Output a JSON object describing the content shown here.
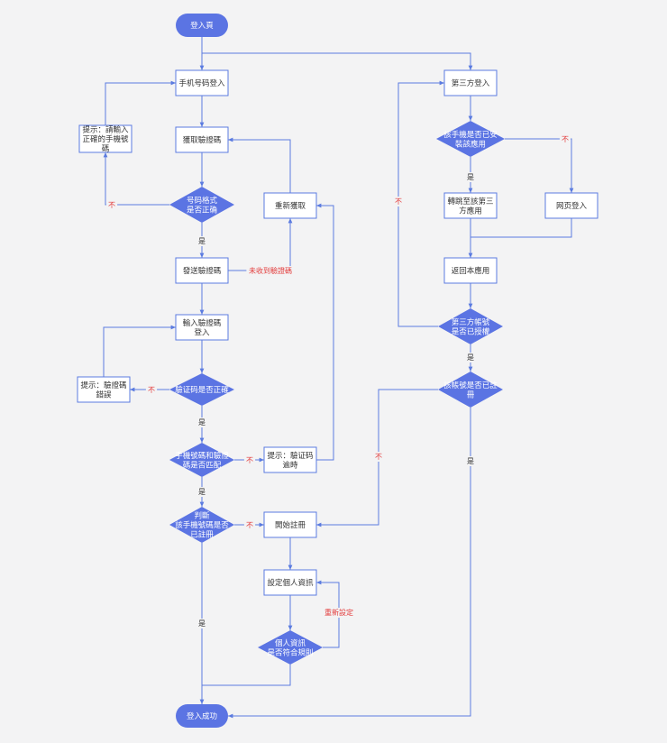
{
  "colors": {
    "background": "#f3f3f4",
    "node_fill": "#ffffff",
    "node_border": "#5b7be0",
    "accent": "#5b74e3",
    "line": "#5b7be0",
    "text": "#333333",
    "label_red": "#e33c3c"
  },
  "nodes": {
    "start": [
      "登入頁"
    ],
    "phone_login": [
      "手机号码登入"
    ],
    "get_code": [
      "獲取驗證碼"
    ],
    "hint_phone": [
      "提示：請輸入",
      "正確的手機號",
      "碼"
    ],
    "check_format": [
      "号码格式",
      "是否正确"
    ],
    "refetch": [
      "重新獲取"
    ],
    "send_code": [
      "發送驗證碼"
    ],
    "input_code": [
      "輸入驗證碼",
      "登入"
    ],
    "hint_code_err": [
      "提示：驗證碼",
      "錯誤"
    ],
    "check_code": [
      "驗证码是否正確"
    ],
    "check_match": [
      "手機號碼和驗證",
      "碼是否匹配"
    ],
    "hint_timeout": [
      "提示：驗证码",
      "逾時"
    ],
    "check_registered": [
      "判斷",
      "該手機號碼是否",
      "已註冊"
    ],
    "start_register": [
      "開始註冊"
    ],
    "set_profile": [
      "設定個人資訊"
    ],
    "check_profile": [
      "個人資訊",
      "是否符合規則"
    ],
    "success": [
      "登入成功"
    ],
    "third_party": [
      "第三方登入"
    ],
    "check_app": [
      "該手機是否已安",
      "裝該應用"
    ],
    "jump_app": [
      "轉跳至該第三",
      "方應用"
    ],
    "web_login": [
      "网页登入"
    ],
    "return_app": [
      "返回本應用"
    ],
    "check_auth": [
      "第三方帳號",
      "是否已授權"
    ],
    "check_acc_reg": [
      "該帳號是否已註",
      "冊"
    ]
  },
  "edge_labels": {
    "no_format": "不",
    "yes_format": "是",
    "not_received": "未收到驗證碼",
    "no_code": "不",
    "yes_code": "是",
    "no_match": "不",
    "yes_match": "是",
    "no_registered": "不",
    "yes_registered": "是",
    "reset": "重新設定",
    "no_app": "不",
    "yes_app": "是",
    "no_auth": "不",
    "yes_auth": "是",
    "no_acc_reg": "不",
    "yes_acc_reg": "是"
  }
}
